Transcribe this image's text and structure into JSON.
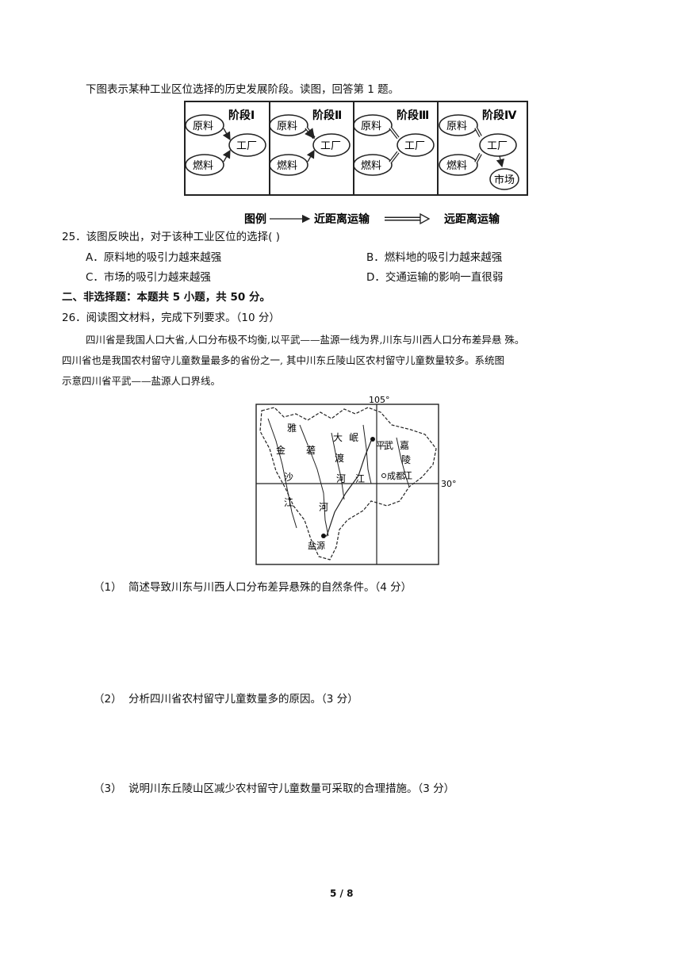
{
  "intro": "下图表示某种工业区位选择的历史发展阶段。读图，回答第 1 题。",
  "stages": [
    {
      "title": "阶段Ⅰ",
      "raw": "原料",
      "fuel": "燃料",
      "factory": "工厂"
    },
    {
      "title": "阶段Ⅱ",
      "raw": "原料",
      "fuel": "燃料",
      "factory": "工厂"
    },
    {
      "title": "阶段Ⅲ",
      "raw": "原料",
      "fuel": "燃料",
      "factory": "工厂"
    },
    {
      "title": "阶段Ⅳ",
      "raw": "原料",
      "fuel": "燃料",
      "factory": "工厂",
      "market": "市场"
    }
  ],
  "legend": {
    "label": "图例",
    "near": "近距离运输",
    "far": "远距离运输"
  },
  "q25": {
    "stem": "25．该图反映出，对于该种工业区位的选择(        )",
    "options": [
      "A．原料地的吸引力越来越强",
      "B．燃料地的吸引力越来越强",
      "C．市场的吸引力越来越强",
      "D．交通运输的影响一直很弱"
    ]
  },
  "section2": "二、非选择题：本题共 5 小题，共 50 分。",
  "q26": {
    "stem": "26．阅读图文材料，完成下列要求。（10 分）",
    "material": [
      "四川省是我国人口大省,人口分布极不均衡,以平武——盐源一线为界,川东与川西人口分布差异悬 殊。",
      "四川省也是我国农村留守儿童数量最多的省份之一, 其中川东丘陵山区农村留守儿童数量较多。系统图",
      "示意四川省平武——盐源人口界线。"
    ],
    "map": {
      "lon_label": "105°",
      "lat_label": "30°",
      "labels": [
        "雅",
        "金",
        "砻",
        "沙",
        "江",
        "大",
        "渡",
        "河",
        "岷",
        "江",
        "河",
        "平",
        "武",
        "嘉",
        "陵",
        "江",
        "成都",
        "盐源"
      ]
    },
    "subquestions": [
      {
        "num": "（1）",
        "text": "简述导致川东与川西人口分布差异悬殊的自然条件。（4 分）"
      },
      {
        "num": "（2）",
        "text": "分析四川省农村留守儿童数量多的原因。（3 分）"
      },
      {
        "num": "（3）",
        "text": "说明川东丘陵山区减少农村留守儿童数量可采取的合理措施。（3 分）"
      }
    ]
  },
  "page_number": "5 / 8"
}
